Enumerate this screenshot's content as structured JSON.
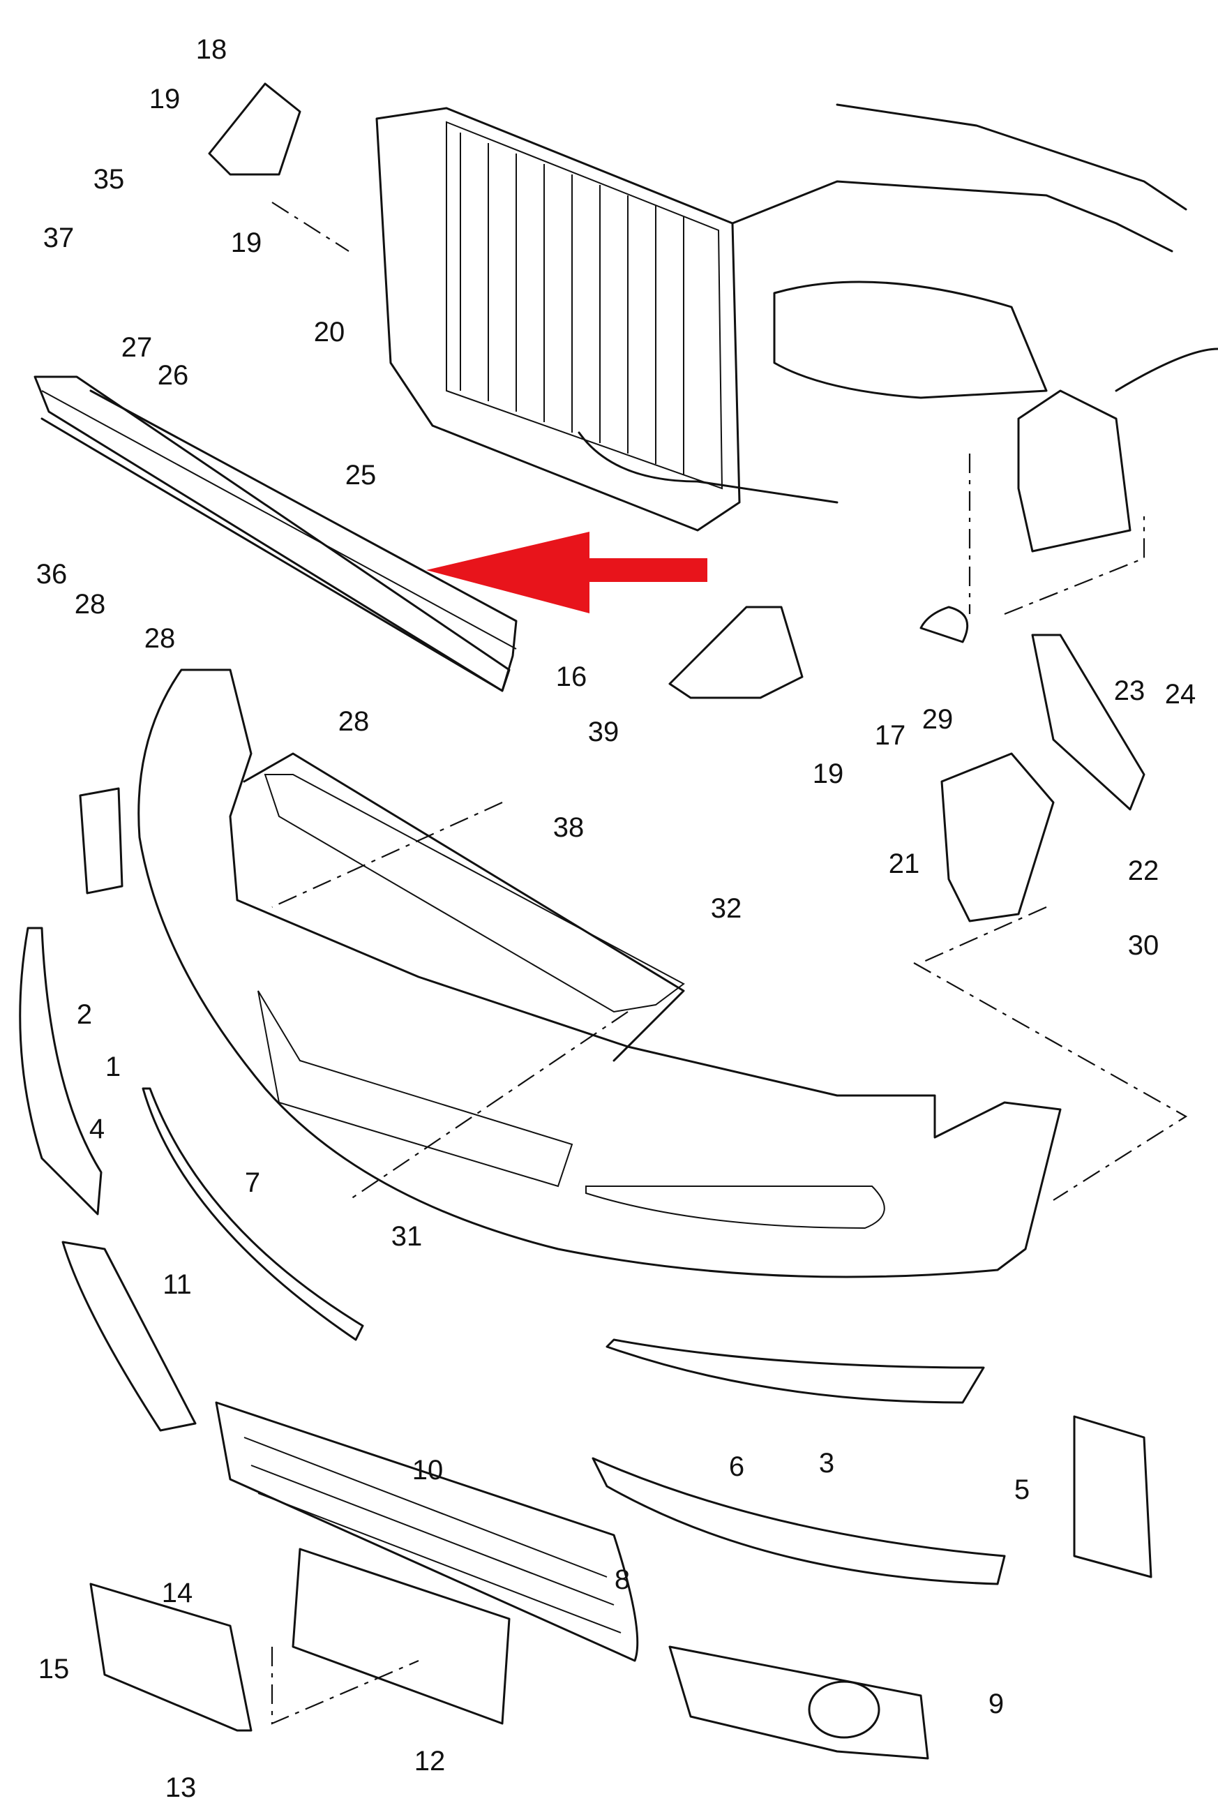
{
  "diagram": {
    "title": "Front bumper exploded parts diagram",
    "labels": [
      "18",
      "19",
      "35",
      "19",
      "37",
      "20",
      "27",
      "26",
      "25",
      "36",
      "28",
      "28",
      "16",
      "28",
      "39",
      "38",
      "17",
      "19",
      "29",
      "23",
      "24",
      "21",
      "22",
      "30",
      "32",
      "2",
      "1",
      "4",
      "7",
      "31",
      "11",
      "3",
      "10",
      "6",
      "5",
      "8",
      "14",
      "15",
      "9",
      "12",
      "13"
    ],
    "highlight_color": "#e8141b"
  }
}
